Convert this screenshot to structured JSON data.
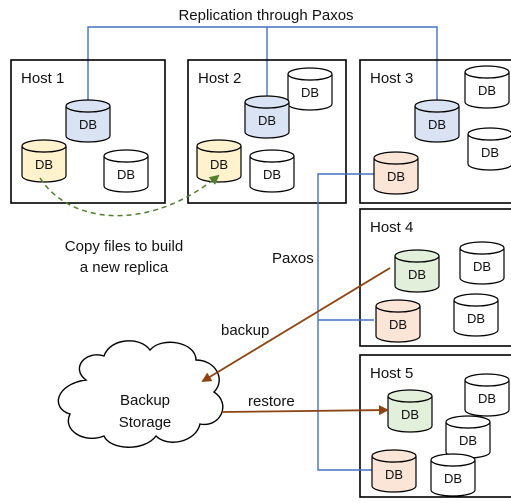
{
  "title": "Replication through Paxos",
  "hosts": [
    {
      "label": "Host 1"
    },
    {
      "label": "Host 2"
    },
    {
      "label": "Host 3"
    },
    {
      "label": "Host 4"
    },
    {
      "label": "Host 5"
    }
  ],
  "db_label": "DB",
  "annotations": {
    "copy_line1": "Copy files to build",
    "copy_line2": "a new replica",
    "paxos": "Paxos",
    "backup": "backup",
    "restore": "restore"
  },
  "storage": {
    "line1": "Backup",
    "line2": "Storage"
  },
  "colors": {
    "blue_db": "#dae3f3",
    "yellow_db": "#fff2cc",
    "green_db": "#e2efda",
    "red_db": "#fbe5d6",
    "white_db": "#ffffff",
    "paxos_line": "#4472c4",
    "backup_arrow": "#8b4513",
    "copy_arrow": "#4f7f2f"
  }
}
